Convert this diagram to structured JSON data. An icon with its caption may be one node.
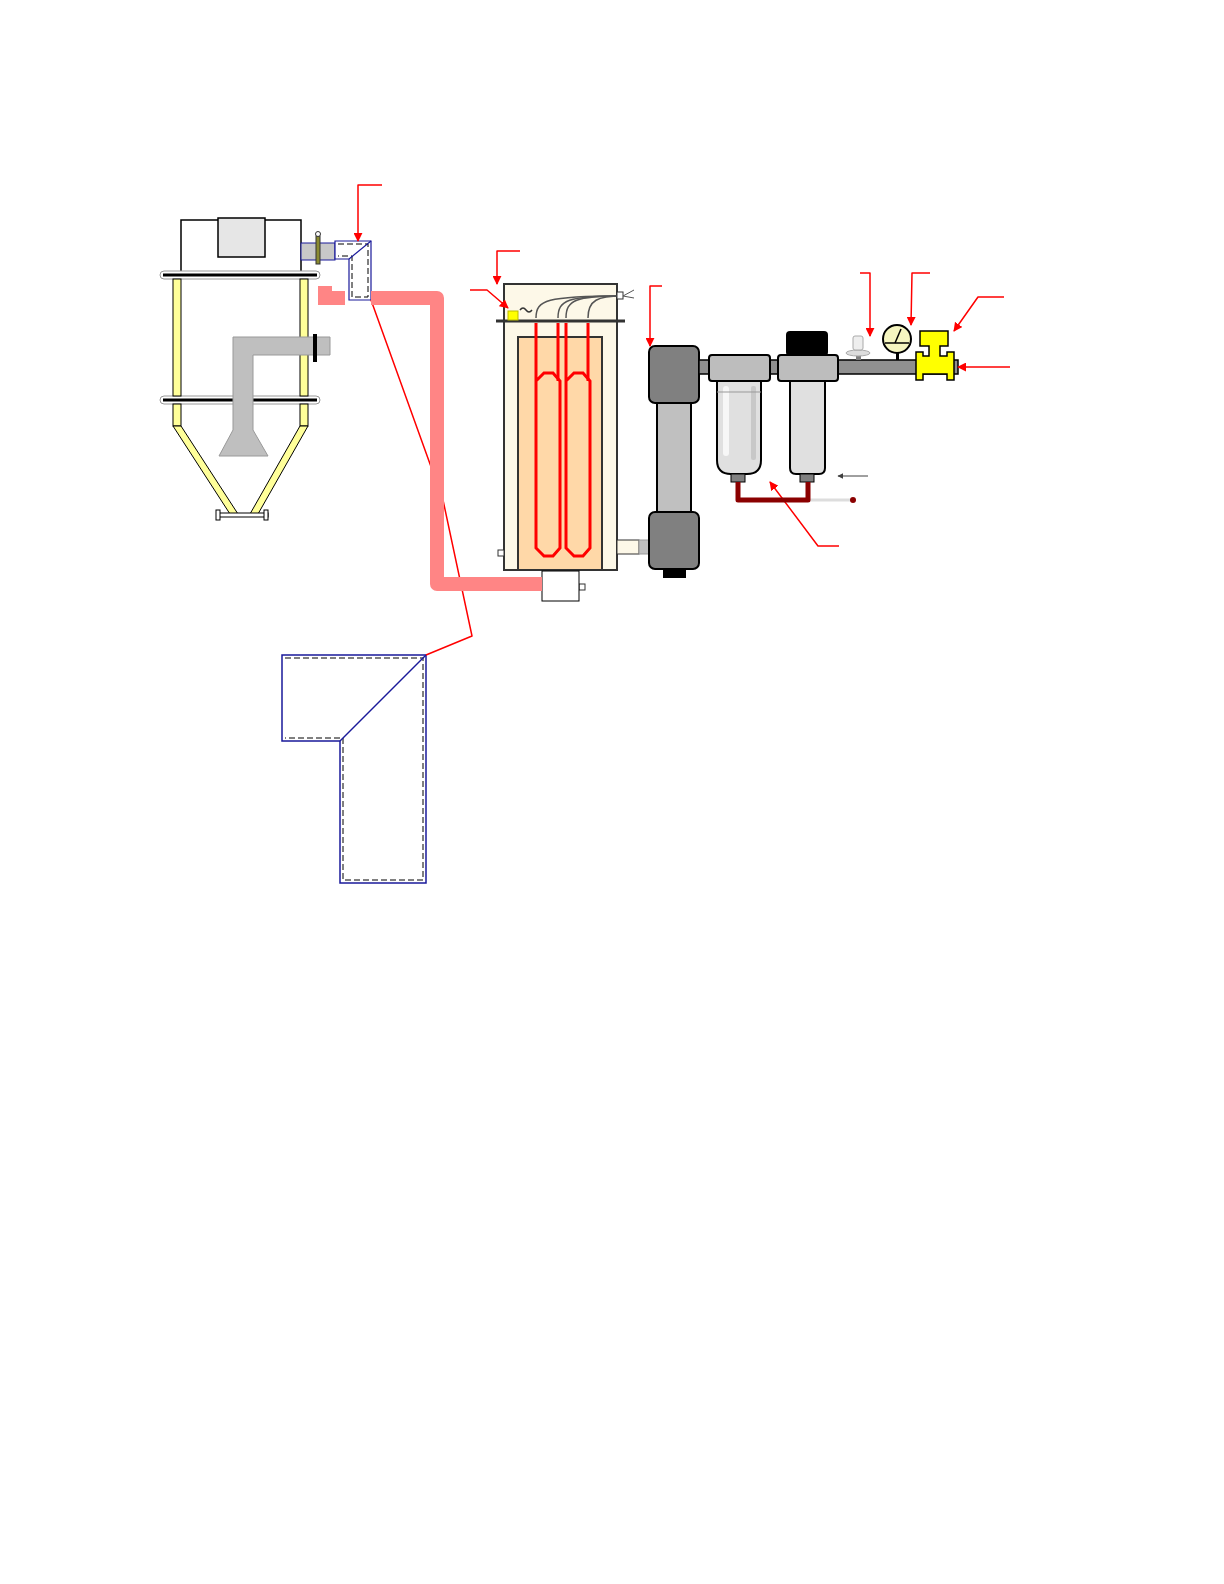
{
  "diagram": {
    "nodes": [
      {
        "text": [],
        "shape": "picture"
      },
      {
        "text": [],
        "shape": "picture"
      },
      {
        "text": [],
        "shape": "picture",
        "in": 1
      },
      {
        "text": [],
        "shape": "picture"
      },
      {
        "text": [],
        "shape": "bar"
      },
      {
        "text": [],
        "shape": "picture"
      },
      {
        "text": [],
        "shape": "picture"
      },
      {
        "text": [],
        "shape": "picture"
      },
      {
        "text": [],
        "shape": "picture"
      },
      {
        "text": [],
        "shape": "picture"
      },
      {
        "text": [],
        "shape": "picture"
      },
      {
        "text": [],
        "shape": "box"
      }
    ],
    "edges": [
      {
        "from": null,
        "to": 0,
        "arrow": "to"
      },
      {
        "from": null,
        "to": 1,
        "arrow": "to"
      },
      {
        "from": null,
        "to": 2,
        "arrow": "to"
      },
      {
        "from": null,
        "to": 3,
        "arrow": "to"
      },
      {
        "from": null,
        "to": 7,
        "arrow": "to"
      },
      {
        "from": null,
        "to": 8,
        "arrow": "to"
      },
      {
        "from": null,
        "to": 9,
        "arrow": "to"
      },
      {
        "from": null,
        "to": 4,
        "arrow": "to"
      },
      {
        "from": null,
        "to": 5,
        "arrow": "to"
      },
      {
        "from": null,
        "to": 6,
        "arrow": "to",
        "color": "#404040"
      },
      {
        "from": 0,
        "to": 10,
        "arrow": "none"
      },
      {
        "from": 0,
        "to": 11,
        "arrow": "none",
        "style": "thick",
        "color": "#ff8585"
      },
      {
        "from": 5,
        "to": 6,
        "arrow": "none",
        "style": "thick",
        "color": "#8b0000"
      }
    ]
  }
}
